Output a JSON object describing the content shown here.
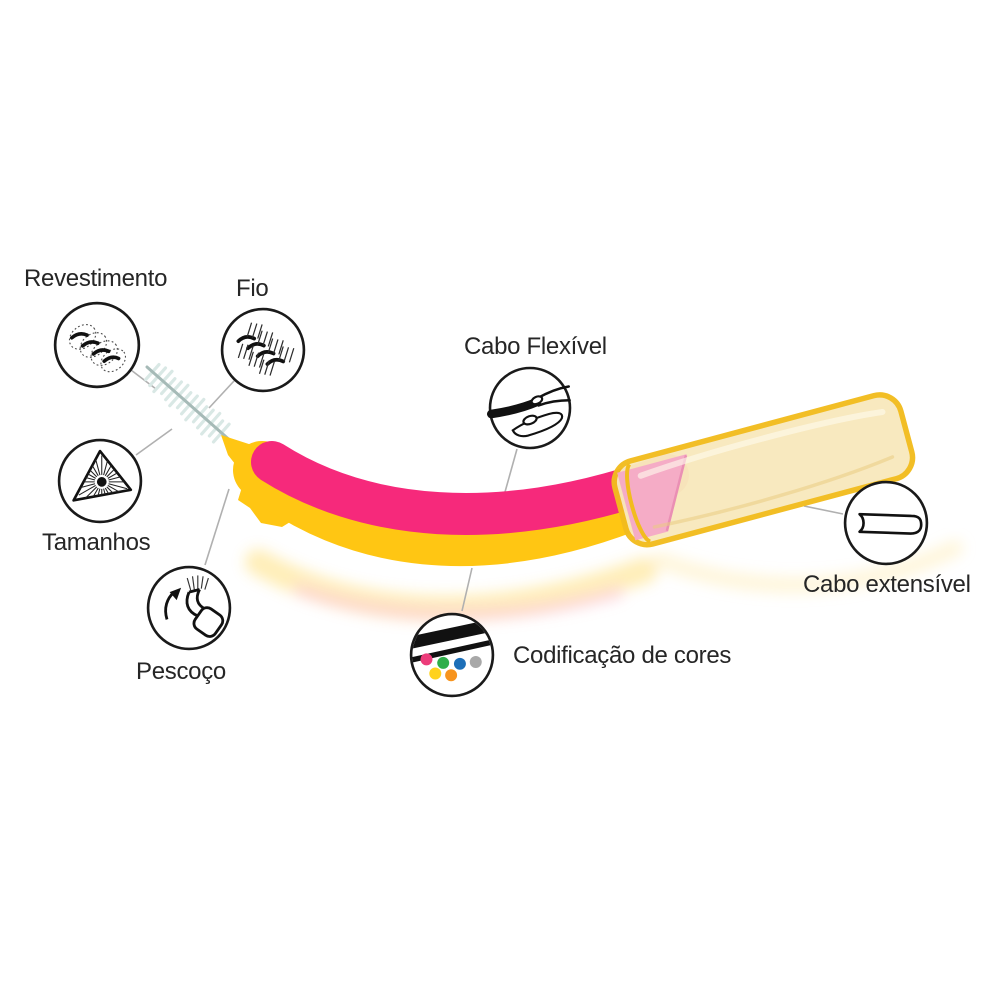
{
  "callouts": [
    {
      "id": "revestimento",
      "label": "Revestimento"
    },
    {
      "id": "fio",
      "label": "Fio"
    },
    {
      "id": "cabo-flexivel",
      "label": "Cabo Flexível"
    },
    {
      "id": "tamanhos",
      "label": "Tamanhos"
    },
    {
      "id": "pescoco",
      "label": "Pescoço"
    },
    {
      "id": "codificacao-de-cores",
      "label": "Codificação de cores"
    },
    {
      "id": "cabo-extensivel",
      "label": "Cabo extensível"
    }
  ],
  "color_coding_dots": [
    "#EC3C7A",
    "#2FAE4A",
    "#1D6FB8",
    "#A8A8A8",
    "#FFD21E",
    "#F7941E"
  ],
  "colors": {
    "handle_yellow": "#FFC613",
    "grip_pink": "#F6297B",
    "cap_fill": "#F8E9BD",
    "cap_border": "#F2BC1E",
    "cap_pink_window": "#F4A9C6",
    "bristles": "#D9E8E5",
    "wire": "#A6BAB7",
    "connector_gray": "#B0B0B0",
    "label_text": "#262626"
  }
}
